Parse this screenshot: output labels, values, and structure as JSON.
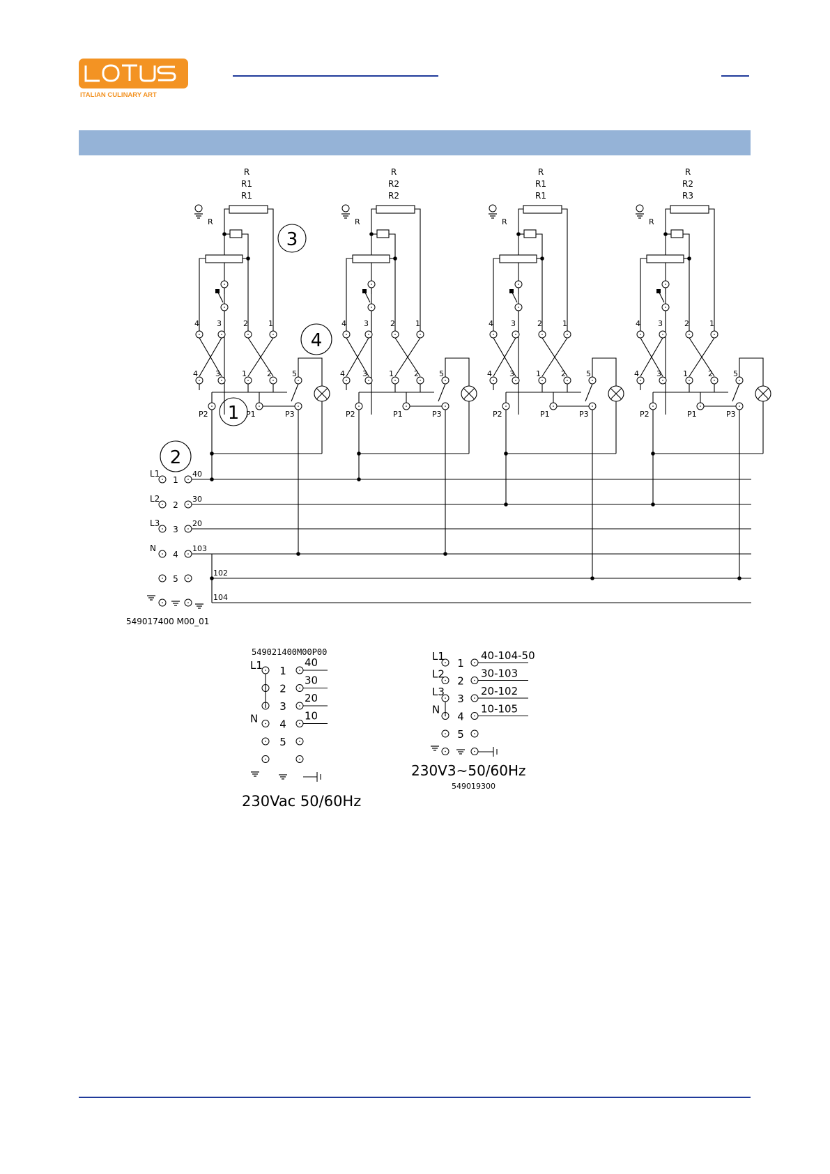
{
  "logo": {
    "brand": "LOTUS",
    "tagline": "ITALIAN CULINARY ART",
    "color": "#f39323"
  },
  "colors": {
    "section_bar": "#95b3d7",
    "rule": "#1f3a9a"
  },
  "main_diagram": {
    "modules": [
      {
        "resistors": [
          "R",
          "R1",
          "R1"
        ],
        "ground": "R"
      },
      {
        "resistors": [
          "R",
          "R2",
          "R2"
        ],
        "ground": "R"
      },
      {
        "resistors": [
          "R",
          "R1",
          "R1"
        ],
        "ground": "R"
      },
      {
        "resistors": [
          "R",
          "R2",
          "R3"
        ],
        "ground": "R"
      }
    ],
    "callouts": [
      "1",
      "2",
      "3",
      "4"
    ],
    "switch_top_pins": [
      "4",
      "3",
      "2",
      "1"
    ],
    "switch_bottom_pins": [
      "4",
      "3",
      "1",
      "2",
      "5"
    ],
    "switch_p_pins": [
      "P2",
      "P1",
      "P3"
    ],
    "terminals": [
      {
        "phase": "L1",
        "num": "1",
        "wire": "40"
      },
      {
        "phase": "L2",
        "num": "2",
        "wire": "30"
      },
      {
        "phase": "L3",
        "num": "3",
        "wire": "20"
      },
      {
        "phase": "N",
        "num": "4",
        "wire": "103"
      },
      {
        "phase": "",
        "num": "5",
        "wire": "102"
      },
      {
        "phase": "",
        "num": "",
        "wire": "104"
      }
    ],
    "code": "549017400  M00_01"
  },
  "terminal_block_1": {
    "code": "549021400M00P00",
    "rows": [
      {
        "phase": "L1",
        "num": "1",
        "wire": "40"
      },
      {
        "phase": "",
        "num": "2",
        "wire": "30"
      },
      {
        "phase": "",
        "num": "3",
        "wire": "20"
      },
      {
        "phase": "N",
        "num": "4",
        "wire": "10"
      },
      {
        "phase": "",
        "num": "5",
        "wire": ""
      },
      {
        "phase": "",
        "num": "",
        "wire": ""
      }
    ],
    "voltage": "230Vac 50/60Hz"
  },
  "terminal_block_2": {
    "rows": [
      {
        "phase": "L1",
        "num": "1",
        "wire": "40-104-50"
      },
      {
        "phase": "L2",
        "num": "2",
        "wire": "30-103"
      },
      {
        "phase": "L3",
        "num": "3",
        "wire": "20-102"
      },
      {
        "phase": "N",
        "num": "4",
        "wire": "10-105"
      },
      {
        "phase": "",
        "num": "5",
        "wire": ""
      },
      {
        "phase": "",
        "num": "",
        "wire": ""
      }
    ],
    "voltage": "230V3~50/60Hz",
    "code": "549019300"
  }
}
